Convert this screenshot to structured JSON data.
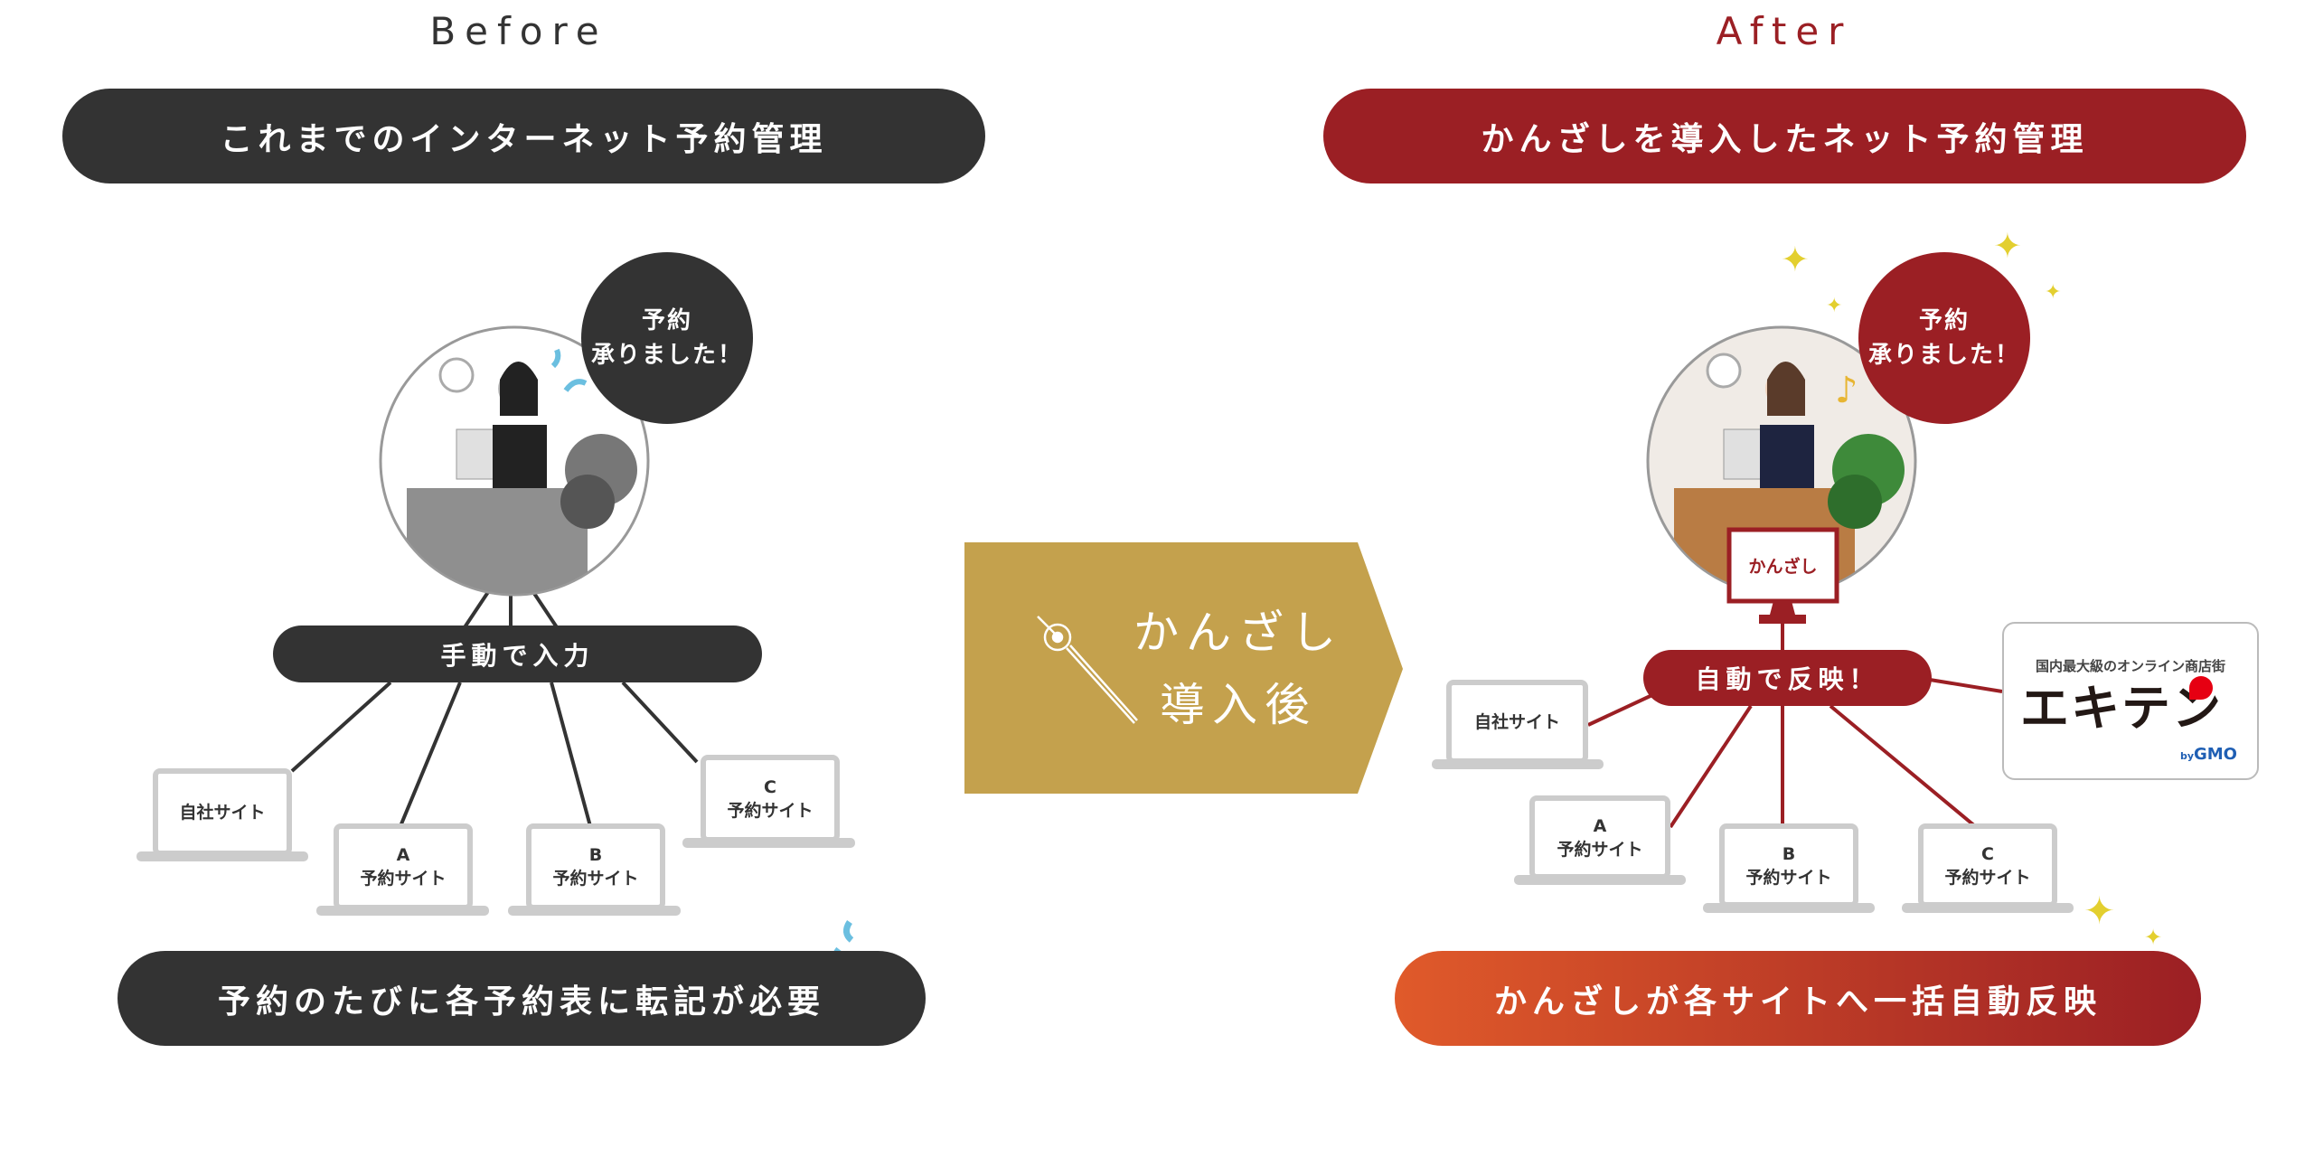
{
  "before": {
    "heading": "Before",
    "banner": "これまでのインターネット予約管理",
    "bubble_line1": "予約",
    "bubble_line2": "承りました！",
    "hub": "手動で入力",
    "sites": [
      {
        "line1": "",
        "line2": "自社サイト"
      },
      {
        "line1": "A",
        "line2": "予約サイト"
      },
      {
        "line1": "B",
        "line2": "予約サイト"
      },
      {
        "line1": "C",
        "line2": "予約サイト"
      }
    ],
    "footer": "予約のたびに各予約表に転記が必要"
  },
  "arrow": {
    "line1": "かんざし",
    "line2": "導入後"
  },
  "after": {
    "heading": "After",
    "banner": "かんざしを導入したネット予約管理",
    "bubble_line1": "予約",
    "bubble_line2": "承りました！",
    "monitor": "かんざし",
    "hub": "自動で反映！",
    "sites": [
      {
        "line1": "",
        "line2": "自社サイト"
      },
      {
        "line1": "A",
        "line2": "予約サイト"
      },
      {
        "line1": "B",
        "line2": "予約サイト"
      },
      {
        "line1": "C",
        "line2": "予約サイト"
      }
    ],
    "ekiten": {
      "tagline": "国内最大級のオンライン商店街",
      "logo": "エキテン",
      "by": "by",
      "gmo": "GMO"
    },
    "footer": "かんざしが各サイトへ一括自動反映"
  },
  "colors": {
    "dark": "#333333",
    "red": "#9b1f24",
    "gold": "#c4a14d",
    "orange": "#e05a2a",
    "grey": "#cccccc"
  }
}
